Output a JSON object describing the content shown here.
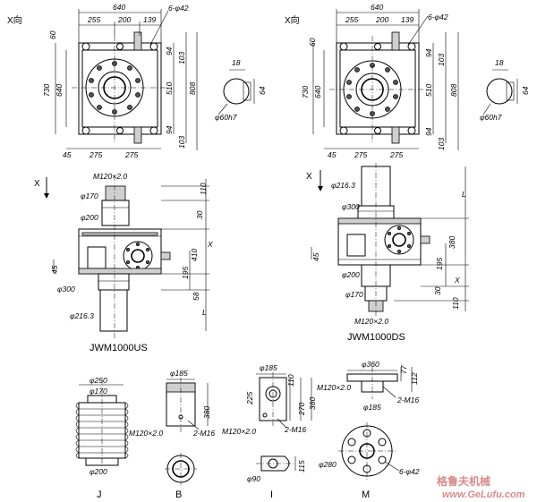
{
  "views": {
    "x_view_left": {
      "label": "X向"
    },
    "x_view_right": {
      "label": "X向"
    }
  },
  "top_dims_left": {
    "w640": "640",
    "w255": "255",
    "w200": "200",
    "w139": "139",
    "holes": "6-φ42",
    "h60": "60",
    "h730": "730",
    "h640": "640",
    "h94a": "94",
    "h103a": "103",
    "h510": "510",
    "h808": "808",
    "h94b": "94",
    "h103b": "103",
    "b45": "45",
    "b275a": "275",
    "b275b": "275"
  },
  "top_dims_right": {
    "w640": "640",
    "w255": "255",
    "w200": "200",
    "w139": "139",
    "holes": "6-φ42",
    "h60": "60",
    "h730": "730",
    "h640": "640",
    "h94a": "94",
    "h103a": "103",
    "h510": "510",
    "h808": "808",
    "h94b": "94",
    "h103b": "103",
    "b45": "45",
    "b275a": "275",
    "b275b": "275"
  },
  "shaft_left": {
    "key": "18",
    "h": "64",
    "dia": "φ60h7"
  },
  "shaft_right": {
    "key": "18",
    "h": "64",
    "dia": "φ60h7"
  },
  "us": {
    "x_label": "X",
    "thread": "M120×2.0",
    "d170": "φ170",
    "d200": "φ200",
    "d300": "φ300",
    "d2163": "φ216.3",
    "v110": "110",
    "v30": "30",
    "vX": "X",
    "v410": "410",
    "v195": "195",
    "v45": "45",
    "v58": "58",
    "vL": "L",
    "title": "JWM1000US"
  },
  "ds": {
    "x_label": "X",
    "d2163": "φ216.3",
    "d300": "φ300",
    "d200": "φ200",
    "d170": "φ170",
    "thread": "M120×2.0",
    "vL": "L",
    "v380": "380",
    "v45": "45",
    "v195": "195",
    "vX": "X",
    "v30": "30",
    "v110": "110",
    "title": "JWM1000DS"
  },
  "part_j": {
    "d250": "φ250",
    "d170": "φ170",
    "d200": "φ200",
    "label": "J"
  },
  "part_b": {
    "d185": "φ185",
    "v380": "380",
    "thread": "M120×2.0",
    "m16": "2-M16",
    "label": "B"
  },
  "part_i": {
    "d185": "φ185",
    "v225": "225",
    "v110": "110",
    "v270": "270",
    "v380": "380",
    "thread": "M120×2.0",
    "m16": "2-M16",
    "d90": "φ90",
    "v115": "115",
    "label": "I"
  },
  "part_m": {
    "d360": "φ360",
    "v77": "77",
    "v112": "112",
    "thread": "M120×2.0",
    "m16": "2-M16",
    "d185": "φ185",
    "d280": "φ280",
    "holes": "6-φ42",
    "label": "M"
  },
  "watermark": {
    "cn": "格鲁夫机械",
    "url": "www.GeLufu.com"
  }
}
